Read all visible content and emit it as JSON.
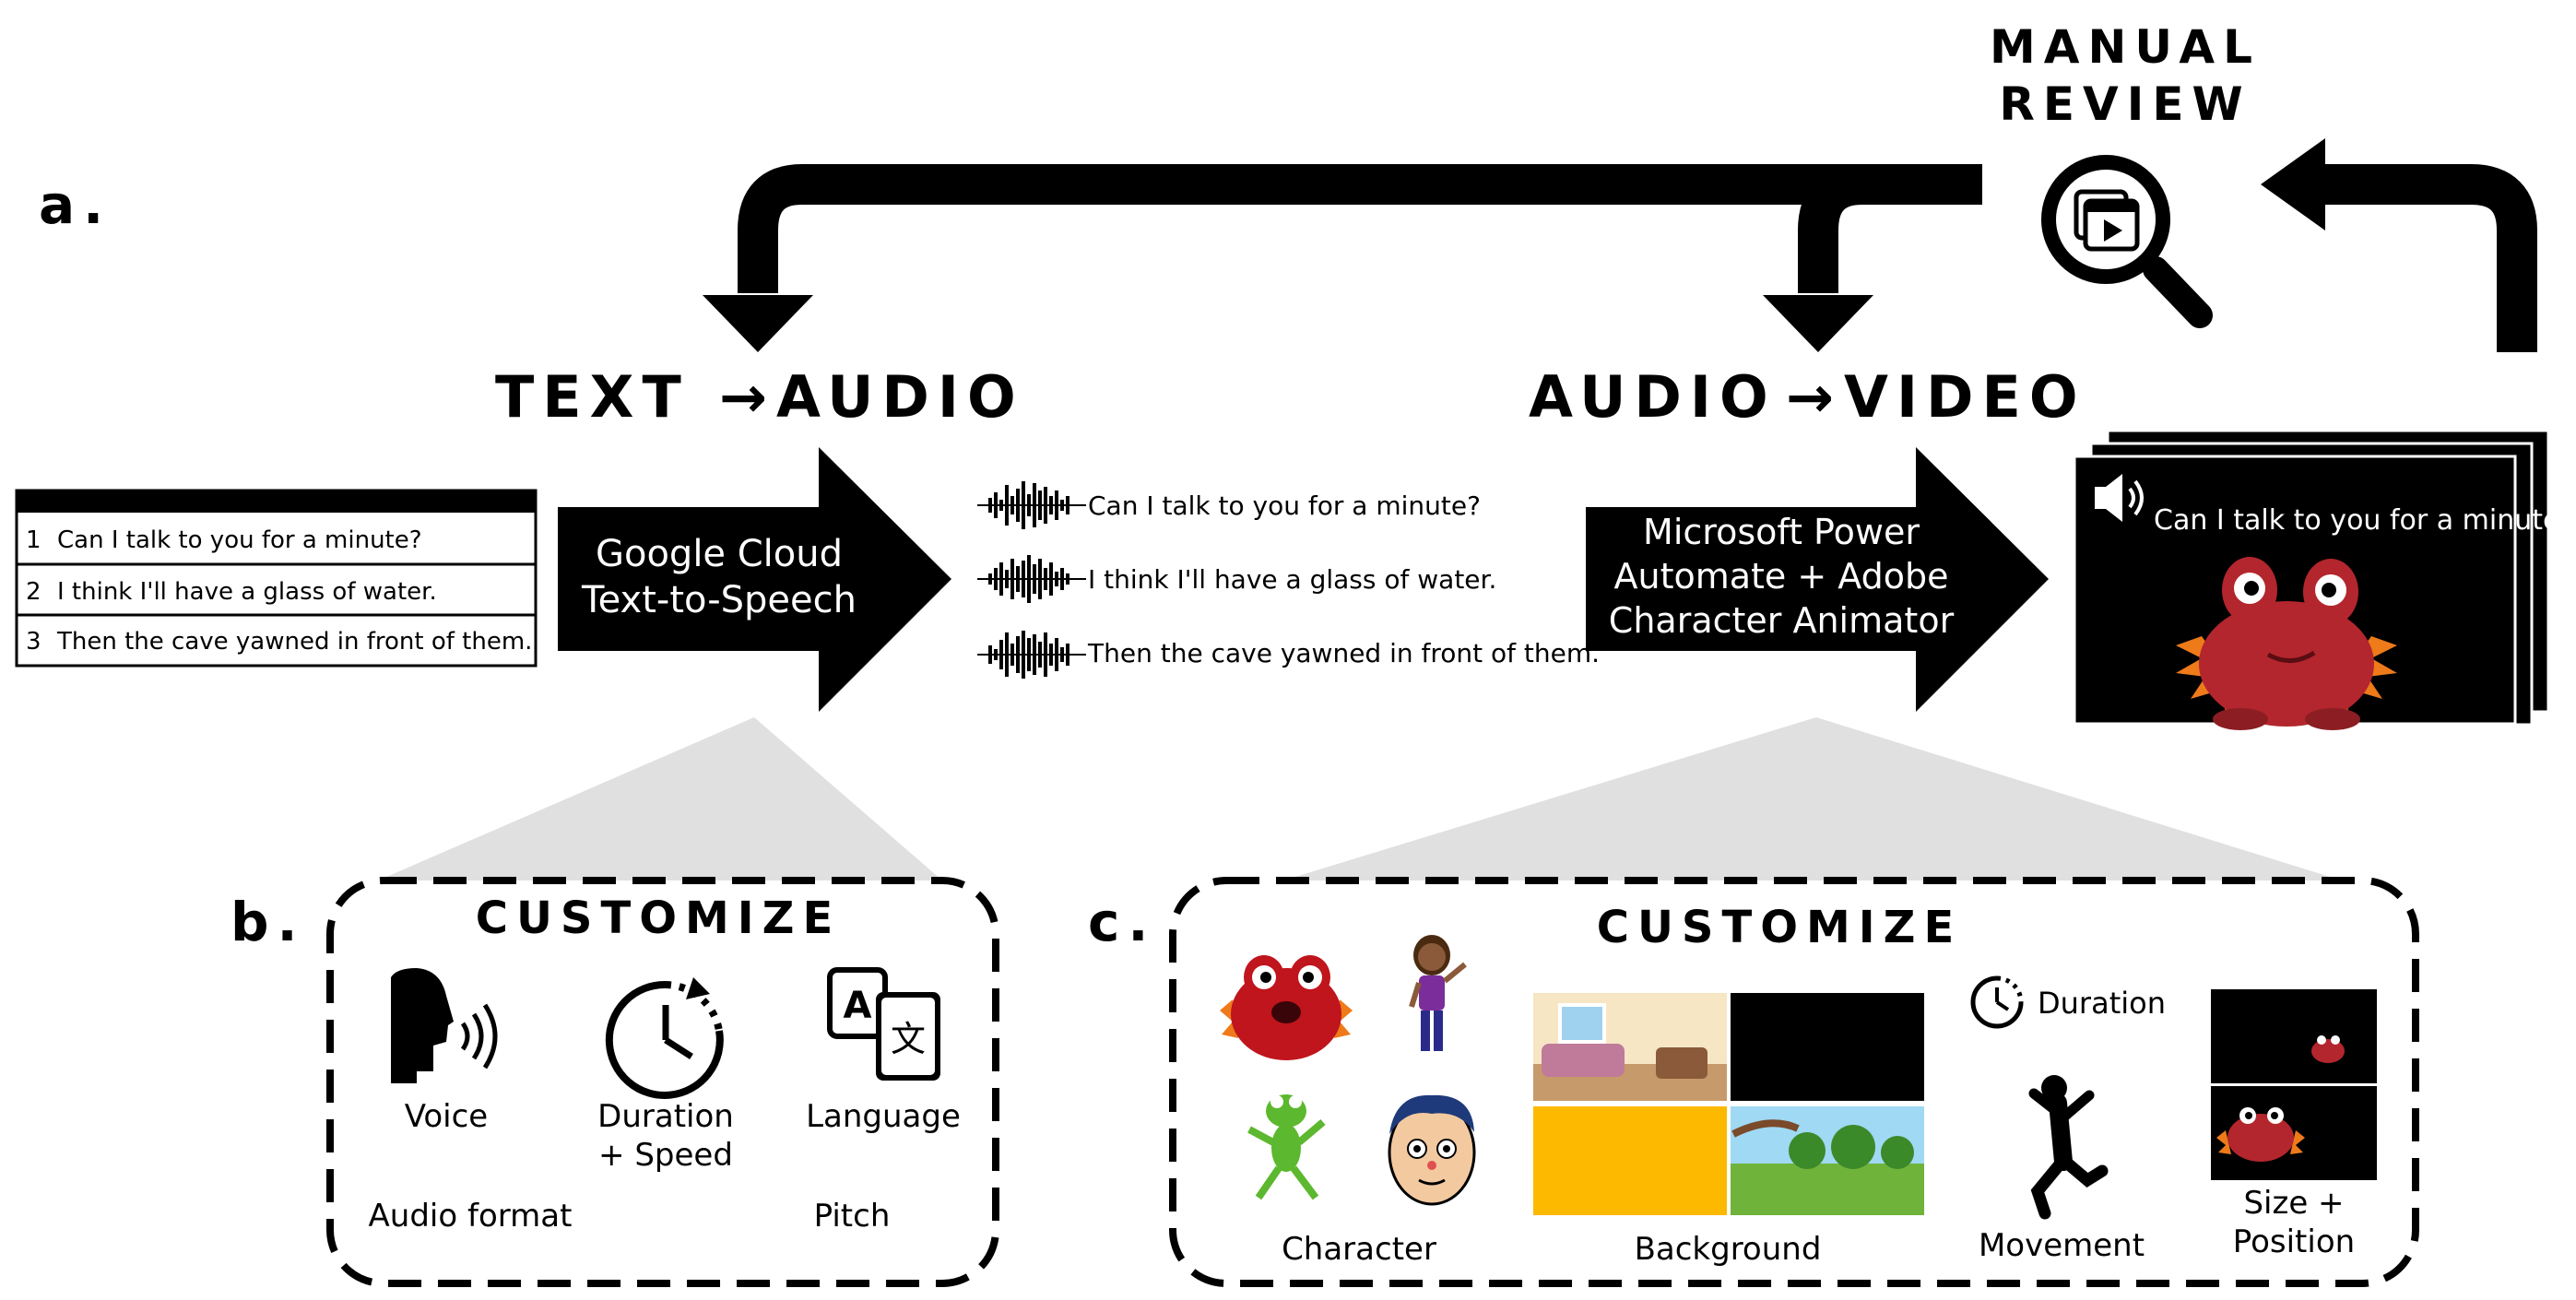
{
  "colors": {
    "ink": "#000000",
    "paper": "#ffffff",
    "wedge": "#e0e0e0",
    "yellow": "#fcb900",
    "crab": "#b3262d",
    "crab_spike": "#ef7a1a"
  },
  "panel_a": {
    "label": "a.",
    "manual_review": {
      "line1": "MANUAL",
      "line2": "REVIEW",
      "icon": "magnifier-video-icon"
    },
    "text_to_audio": {
      "left": "TEXT",
      "right": "AUDIO",
      "arrow": "→"
    },
    "audio_to_video": {
      "left": "AUDIO",
      "right": "VIDEO",
      "arrow": "→"
    },
    "sentences": [
      {
        "num": "1",
        "text": "Can I talk to you for a minute?"
      },
      {
        "num": "2",
        "text": "I think I'll have a glass of water."
      },
      {
        "num": "3",
        "text": "Then the cave yawned in front of them."
      }
    ],
    "tts_arrow": {
      "line1": "Google Cloud",
      "line2": "Text-to-Speech"
    },
    "animate_arrow": {
      "line1": "Microsoft Power",
      "line2": "Automate + Adobe",
      "line3": "Character Animator"
    },
    "video_caption": "Can I talk to you for a minute?"
  },
  "panel_b": {
    "label": "b.",
    "title": "CUSTOMIZE",
    "voice": "Voice",
    "duration_line1": "Duration",
    "duration_line2": "+ Speed",
    "language": "Language",
    "audio_format": "Audio format",
    "pitch": "Pitch",
    "lang_glyph_a": "A",
    "lang_glyph_b": "文"
  },
  "panel_c": {
    "label": "c.",
    "title": "CUSTOMIZE",
    "duration": "Duration",
    "character": "Character",
    "background": "Background",
    "movement": "Movement",
    "size_line1": "Size +",
    "size_line2": "Position"
  }
}
